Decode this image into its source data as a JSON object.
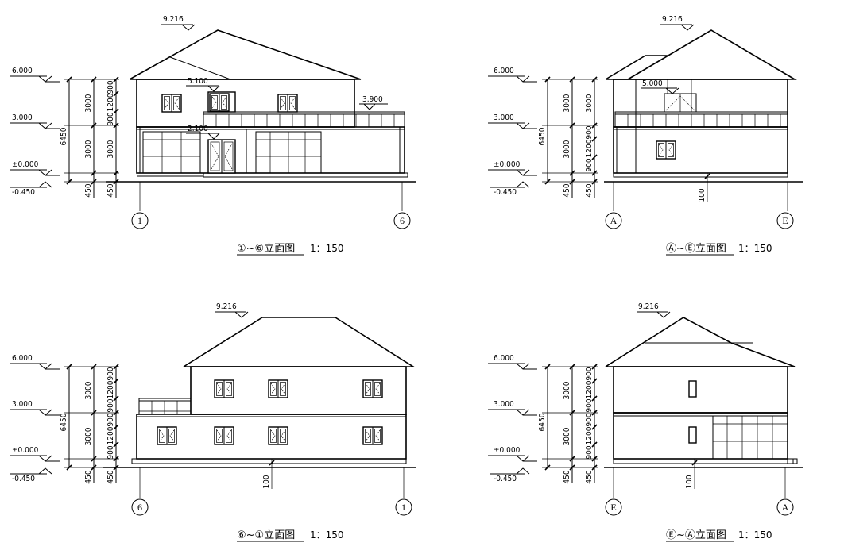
{
  "scale_label": "1：150",
  "level_labels": {
    "roof": "9.216",
    "l6000": "6.000",
    "l3000": "3.000",
    "l0": "±0.000",
    "lm450": "-0.450",
    "l5100": "5.100",
    "l5000": "5.000",
    "l3900": "3.900",
    "l2100": "2.100"
  },
  "dims": {
    "total": "6450",
    "story": "3000",
    "plinth": "450",
    "sill": "900",
    "window": "1200",
    "ground_step": "100"
  },
  "elevations": [
    {
      "id": "e16",
      "title": "①~⑥立面图",
      "left_axis": "1",
      "right_axis": "6"
    },
    {
      "id": "eAE",
      "title": "Ⓐ~Ⓔ立面图",
      "left_axis": "A",
      "right_axis": "E"
    },
    {
      "id": "e61",
      "title": "⑥~①立面图",
      "left_axis": "6",
      "right_axis": "1"
    },
    {
      "id": "eEA",
      "title": "Ⓔ~Ⓐ立面图",
      "left_axis": "E",
      "right_axis": "A"
    }
  ]
}
